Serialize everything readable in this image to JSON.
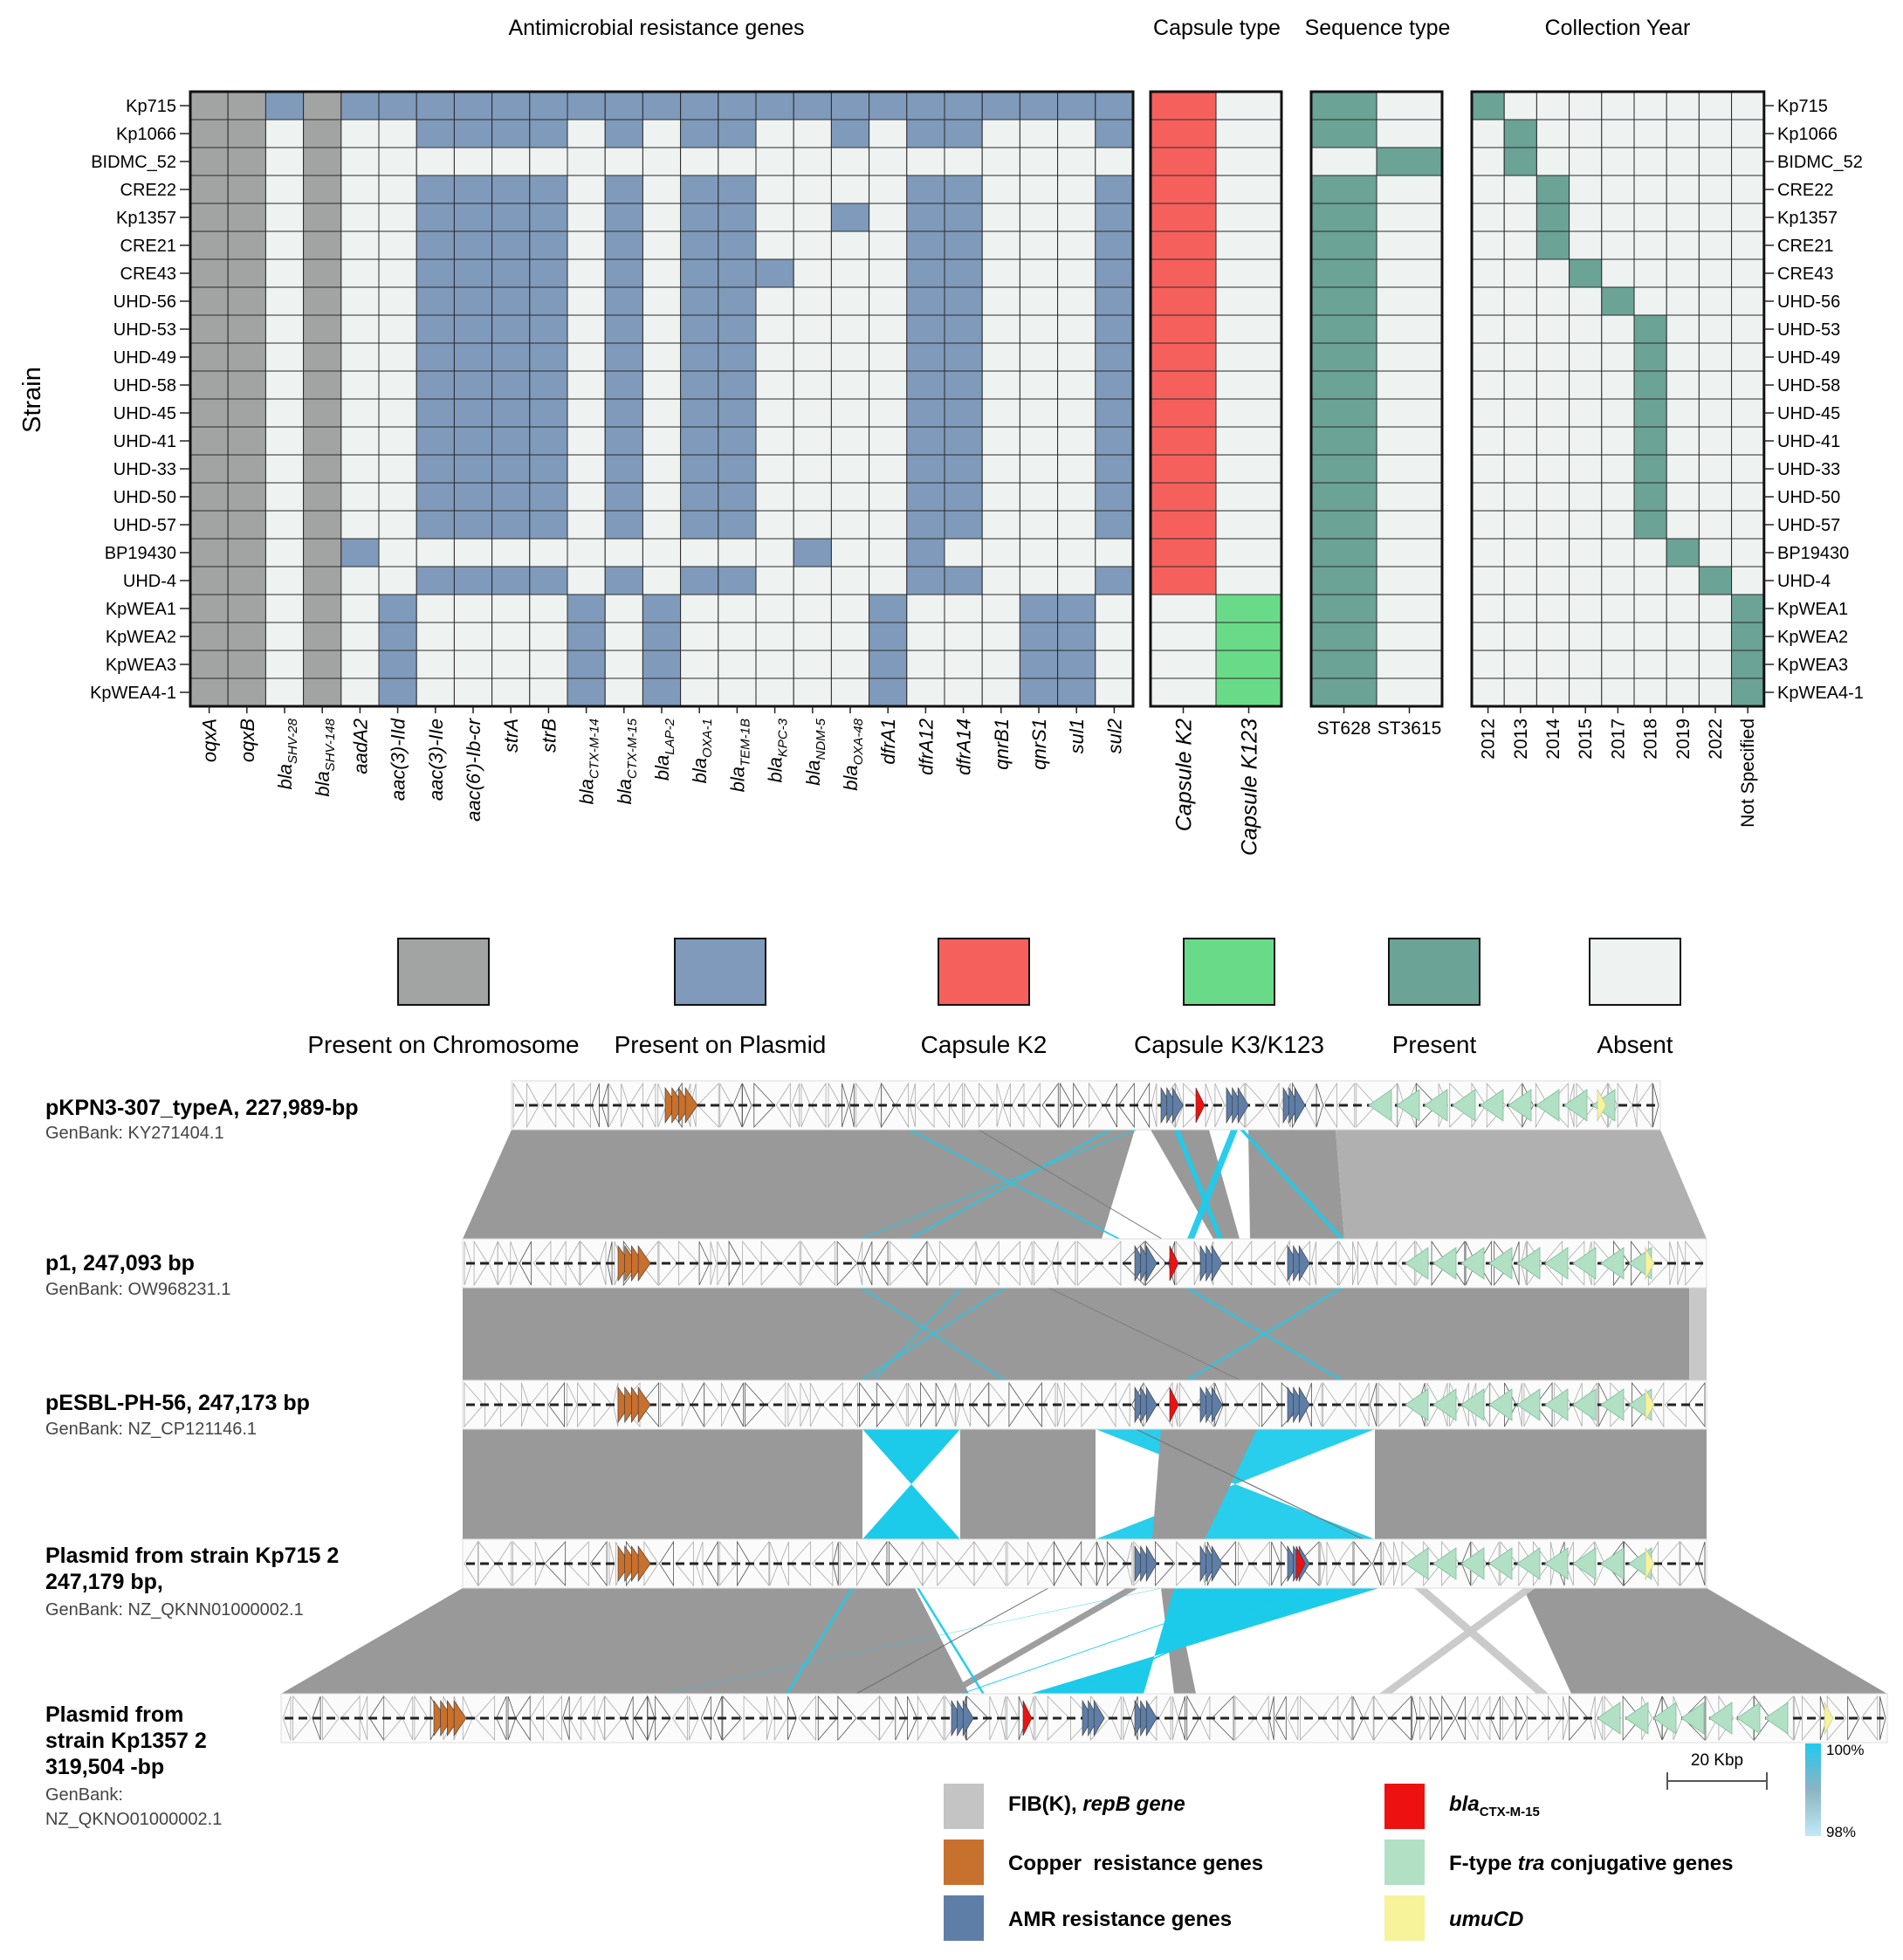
{
  "heatmap": {
    "section_titles": [
      "Antimicrobial resistance genes",
      "Capsule type",
      "Sequence type",
      "Collection Year"
    ],
    "y_axis_label": "Strain",
    "strains": [
      "Kp715",
      "Kp1066",
      "BIDMC_52",
      "CRE22",
      "Kp1357",
      "CRE21",
      "CRE43",
      "UHD-56",
      "UHD-53",
      "UHD-49",
      "UHD-58",
      "UHD-45",
      "UHD-41",
      "UHD-33",
      "UHD-50",
      "UHD-57",
      "BP19430",
      "UHD-4",
      "KpWEA1",
      "KpWEA2",
      "KpWEA3",
      "KpWEA4-1"
    ],
    "amr_genes": [
      {
        "main": "oqxA",
        "sub": ""
      },
      {
        "main": "oqxB",
        "sub": ""
      },
      {
        "main": "bla",
        "sub": "SHV-28"
      },
      {
        "main": "bla",
        "sub": "SHV-148"
      },
      {
        "main": "aadA2",
        "sub": ""
      },
      {
        "main": "aac(3)-IId",
        "sub": ""
      },
      {
        "main": "aac(3)-IIe",
        "sub": ""
      },
      {
        "main": "aac(6')-Ib-cr",
        "sub": ""
      },
      {
        "main": "strA",
        "sub": ""
      },
      {
        "main": "strB",
        "sub": ""
      },
      {
        "main": "bla",
        "sub": "CTX-M-14"
      },
      {
        "main": "bla",
        "sub": "CTX-M-15"
      },
      {
        "main": "bla",
        "sub": "LAP-2"
      },
      {
        "main": "bla",
        "sub": "OXA-1"
      },
      {
        "main": "bla",
        "sub": "TEM-1B"
      },
      {
        "main": "bla",
        "sub": "KPC-3"
      },
      {
        "main": "bla",
        "sub": "NDM-5"
      },
      {
        "main": "bla",
        "sub": "OXA-48"
      },
      {
        "main": "dfrA1",
        "sub": ""
      },
      {
        "main": "dfrA12",
        "sub": ""
      },
      {
        "main": "dfrA14",
        "sub": ""
      },
      {
        "main": "qnrB1",
        "sub": ""
      },
      {
        "main": "qnrS1",
        "sub": ""
      },
      {
        "main": "sul1",
        "sub": ""
      },
      {
        "main": "sul2",
        "sub": ""
      }
    ],
    "amr_matrix": [
      "CCPCPPPPPPPPPPPPPPPPPPPPP",
      "CCACAAPPPPAPAPPAAPAPPAAAP",
      "CCACAAAAAAAAAAAAAAAAAAAAA",
      "CCACAAPPPPAPAPPAAAAPPAAAP",
      "CCACAAPPPPAPAPPAAPAPPAAAP",
      "CCACAAPPPPAPAPPAAAAPPAAAP",
      "CCACAAPPPPAPAPPPAAAPPAAAP",
      "CCACAAPPPPAPAPPAAAAPPAAAP",
      "CCACAAPPPPAPAPPAAAAPPAAAP",
      "CCACAAPPPPAPAPPAAAAPPAAAP",
      "CCACAAPPPPAPAPPAAAAPPAAAP",
      "CCACAAPPPPAPAPPAAAAPPAAAP",
      "CCACAAPPPPAPAPPAAAAPPAAAP",
      "CCACAAPPPPAPAPPAAAAPPAAAP",
      "CCACAAPPPPAPAPPAAAAPPAAAP",
      "CCACAAPPPPAPAPPAAAAPPAAAP",
      "CCACPAAAAAAAAAAAPAAPAAAAA",
      "CCACAAPPPPAPAPPAAAAPPAAAP",
      "CCACAPAAAAPAPAAAAAPAAAPPA",
      "CCACAPAAAAPAPAAAAAPAAAPPA",
      "CCACAPAAAAPAPAAAAAPAAAPPA",
      "CCACAPAAAAPAPAAAAAPAAAPPA"
    ],
    "capsule_types": [
      "Capsule K2",
      "Capsule K123"
    ],
    "capsule_index": [
      0,
      0,
      0,
      0,
      0,
      0,
      0,
      0,
      0,
      0,
      0,
      0,
      0,
      0,
      0,
      0,
      0,
      0,
      1,
      1,
      1,
      1
    ],
    "sequence_types": [
      "ST628",
      "ST3615"
    ],
    "sequence_index": [
      0,
      0,
      1,
      0,
      0,
      0,
      0,
      0,
      0,
      0,
      0,
      0,
      0,
      0,
      0,
      0,
      0,
      0,
      0,
      0,
      0,
      0
    ],
    "years": [
      "2012",
      "2013",
      "2014",
      "2015",
      "2017",
      "2018",
      "2019",
      "2022",
      "Not Specified"
    ],
    "year_index": [
      0,
      1,
      1,
      2,
      2,
      2,
      3,
      4,
      5,
      5,
      5,
      5,
      5,
      5,
      5,
      5,
      6,
      7,
      8,
      8,
      8,
      8
    ]
  },
  "legend_top": [
    {
      "label": "Present on Chromosome",
      "color": "#a2a4a3"
    },
    {
      "label": "Present on Plasmid",
      "color": "#7f9aba"
    },
    {
      "label": "Capsule K2",
      "color": "#f6605c"
    },
    {
      "label": "Capsule K3/K123",
      "color": "#69db88"
    },
    {
      "label": "Present",
      "color": "#6ba396"
    },
    {
      "label": "Absent",
      "color": "#eef2f1"
    }
  ],
  "colors": {
    "chromosome": "#a2a4a3",
    "plasmid": "#7f9aba",
    "k2": "#f6605c",
    "k123": "#69db88",
    "present": "#6ba396",
    "absent": "#eef2f1",
    "copper": "#c8702e",
    "amr": "#5e7ea7",
    "ctx": "#ee1111",
    "tra": "#b2e0c4",
    "umucd": "#f7f39a",
    "fib": "#c4c4c4",
    "link_same": "#999999",
    "link_inv": "#1ccbea"
  },
  "plasmids": [
    {
      "title": "pKPN3-307_typeA, 227,989-bp",
      "accession": "GenBank: KY271404.1"
    },
    {
      "title": "p1, 247,093 bp",
      "accession": "GenBank: OW968231.1"
    },
    {
      "title": "pESBL-PH-56, 247,173 bp",
      "accession": "GenBank: NZ_CP121146.1"
    },
    {
      "title": "Plasmid from strain Kp715 2",
      "title2": "247,179 bp,",
      "accession": "GenBank: NZ_QKNN01000002.1"
    },
    {
      "title": "Plasmid from",
      "title2": "strain Kp1357 2",
      "title3": "319,504 -bp",
      "accession": "GenBank:",
      "accession2": "NZ_QKNO01000002.1"
    }
  ],
  "legend_bottom": [
    {
      "label": "FIB(K), ",
      "italic": "repB gene",
      "color": "#c4c4c4"
    },
    {
      "label": "Copper  resistance genes",
      "color": "#c8702e"
    },
    {
      "label": "AMR resistance genes",
      "color": "#5e7ea7"
    },
    {
      "italic": "bla",
      "sub": "CTX-M-15",
      "color": "#ee1111"
    },
    {
      "label": "F-type ",
      "italic": "tra",
      "label2": " conjugative genes",
      "color": "#b2e0c4"
    },
    {
      "italic": "umuCD",
      "color": "#f7f39a"
    }
  ],
  "scale": {
    "label": "20 Kbp",
    "top": "100%",
    "bottom": "98%"
  }
}
